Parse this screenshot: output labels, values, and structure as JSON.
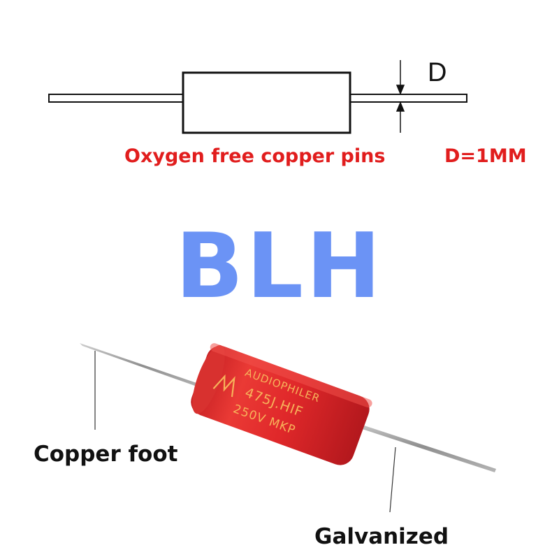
{
  "schematic": {
    "dimension_label": "D",
    "pin_material_text": "Oxygen free copper pins",
    "diameter_text": "D=1MM"
  },
  "brand": {
    "name": "BLH"
  },
  "capacitor": {
    "print_line_1": "AUDIOPHILER",
    "print_line_2": "475J.HIF",
    "print_line_3": "250V MKP"
  },
  "labels": {
    "left_lead": "Copper foot",
    "right_lead": "Galvanized"
  },
  "colors": {
    "caption_red": "#e11d1d",
    "brand_blue": "#6b93f5",
    "capacitor_red": "#e0282a",
    "print_gold": "#f7b25a",
    "lead_gray": "#a9a9a9"
  }
}
